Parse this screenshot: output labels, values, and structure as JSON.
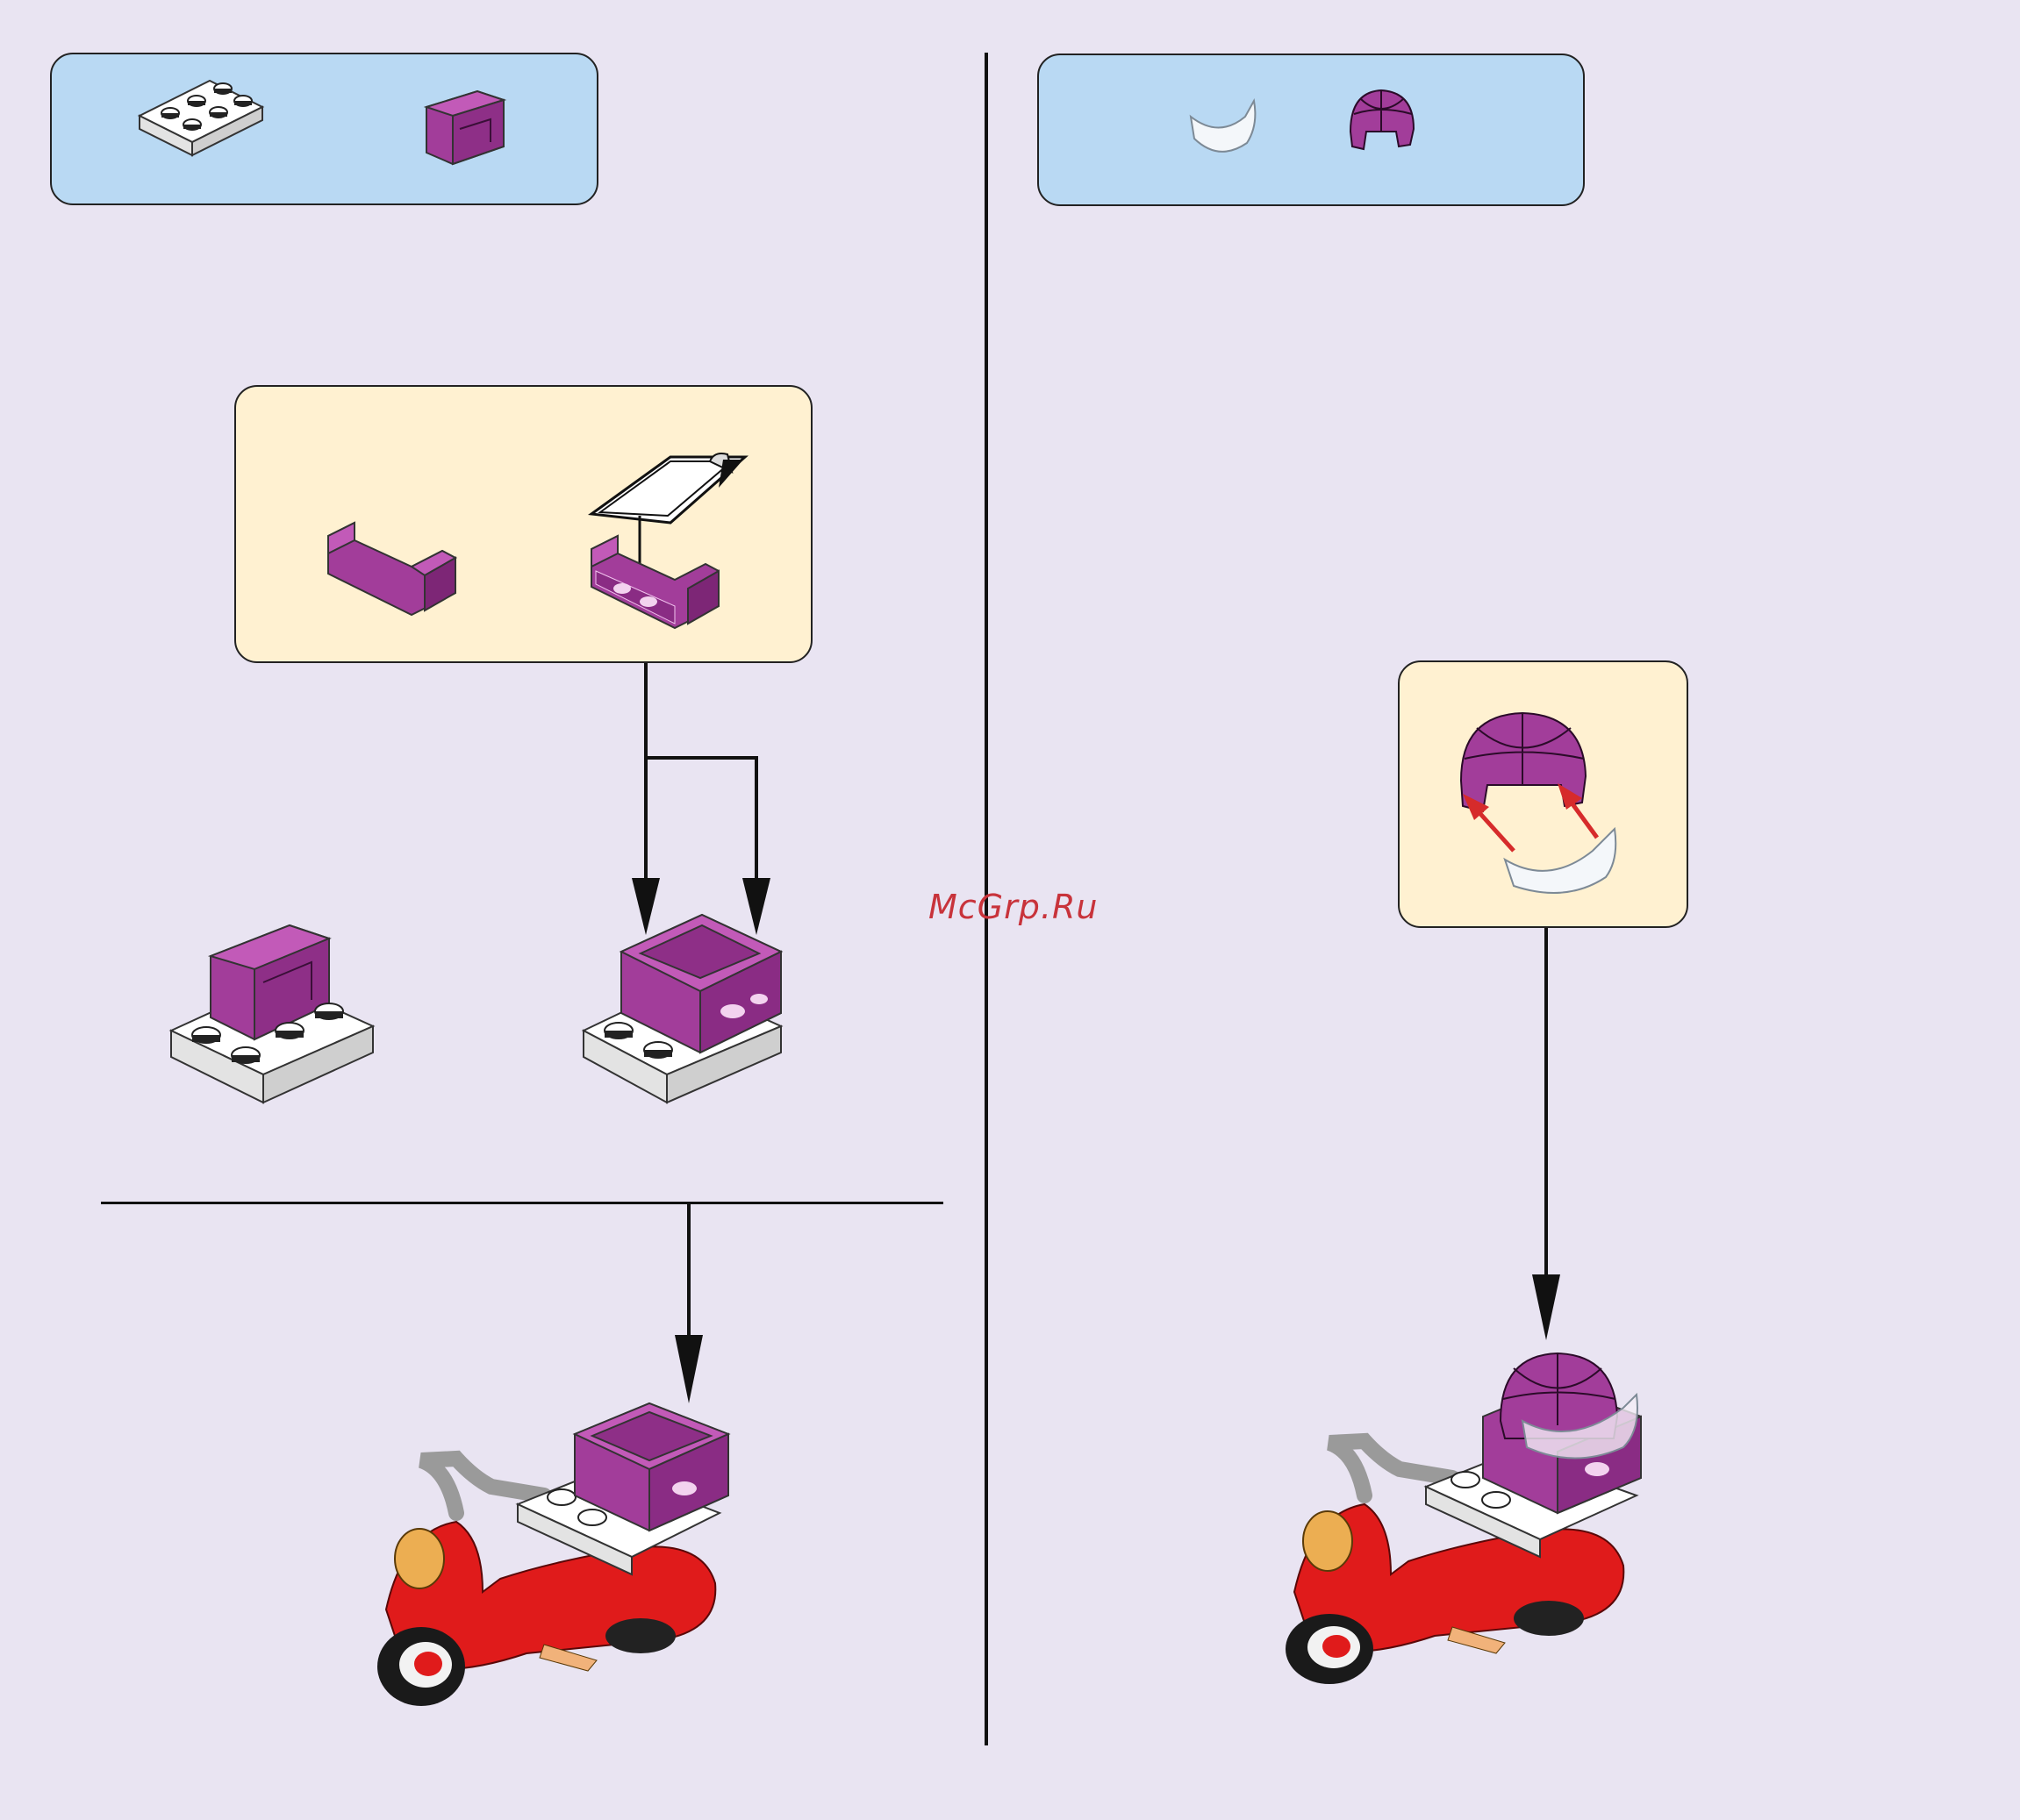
{
  "watermark": {
    "text": "McGrp.Ru"
  },
  "steps": [
    {
      "id": "step-left",
      "parts": [
        "plate-2x3-white-icon",
        "sofa-seat-magenta-icon"
      ]
    },
    {
      "id": "step-right",
      "parts": [
        "visor-clear-icon",
        "helmet-magenta-icon"
      ]
    }
  ],
  "colors": {
    "background": "#e9e4f2",
    "parts_panel": "#b9d9f3",
    "subassembly_panel": "#fff1d1",
    "magenta": "#a23d9a",
    "scooter_red": "#e01b1b",
    "arrow_red": "#d62b2b"
  }
}
